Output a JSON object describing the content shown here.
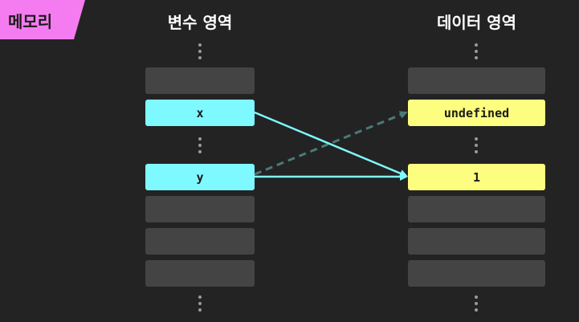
{
  "tag": {
    "label": "메모리"
  },
  "headings": {
    "variable_area": "변수 영역",
    "data_area": "데이터 영역"
  },
  "variables": {
    "x": "x",
    "y": "y"
  },
  "data": {
    "undefined_value": "undefined",
    "one_value": "1"
  },
  "colors": {
    "background": "#232323",
    "tag": "#f57cf0",
    "variable_cell": "#7ef9ff",
    "data_cell": "#fdfd7f",
    "empty_cell": "#444444",
    "solid_arrow": "#7ef9ff",
    "dashed_arrow": "#4a7a76"
  },
  "arrows": [
    {
      "from": "x",
      "to": "1",
      "style": "solid"
    },
    {
      "from": "y",
      "to": "1",
      "style": "solid"
    },
    {
      "from": "y",
      "to": "undefined",
      "style": "dashed"
    }
  ]
}
